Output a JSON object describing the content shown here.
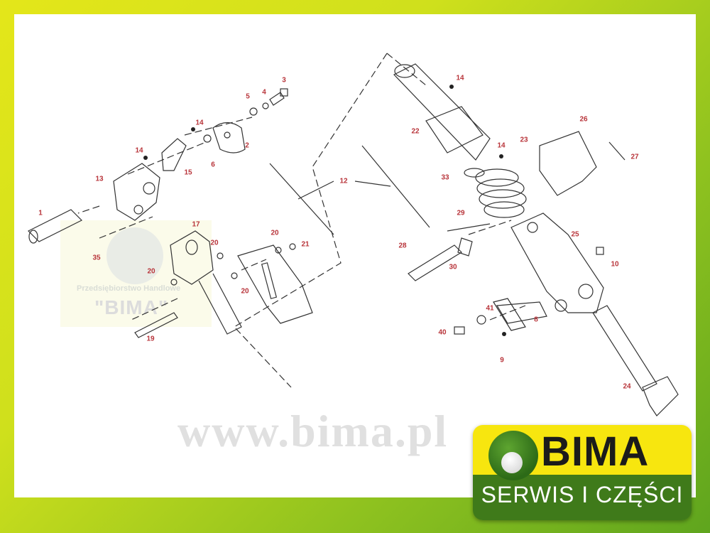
{
  "watermark": {
    "company_line": "Przedsiębiorstwo Handlowe",
    "name": "\"BIMA\"",
    "url": "www.bima.pl"
  },
  "logo": {
    "name": "BIMA",
    "tagline": "SERWIS I CZĘŚCI"
  },
  "part_labels": [
    "1",
    "2",
    "3",
    "4",
    "5",
    "6",
    "8",
    "9",
    "10",
    "12",
    "13",
    "14",
    "14",
    "14",
    "14",
    "15",
    "17",
    "19",
    "20",
    "20",
    "20",
    "20",
    "21",
    "22",
    "23",
    "24",
    "25",
    "26",
    "27",
    "28",
    "29",
    "30",
    "33",
    "35",
    "40",
    "41"
  ],
  "colors": {
    "label": "#b8343a",
    "logo_yellow": "#f7e60f",
    "logo_green": "#3f7a1a"
  }
}
